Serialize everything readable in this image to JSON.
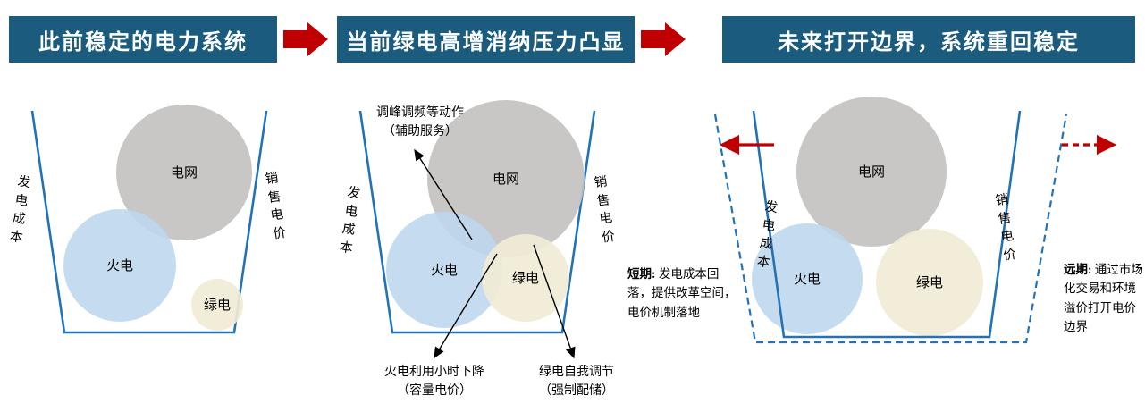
{
  "colors": {
    "header_bg": "#1B5B7E",
    "arrow_red": "#C00000",
    "line_blue": "#2272B5",
    "grid_gray": "#C3C2C0",
    "thermal_blue": "#BDD7EE",
    "green_cream": "#F0EBD5"
  },
  "icons": {
    "flow_arrow": "block-arrow-right",
    "expand_left_arrow": "solid-red-arrow-left",
    "expand_right_arrow": "dashed-red-arrow-right"
  },
  "header": {
    "steps": [
      {
        "label": "此前稳定的电力系统"
      },
      {
        "label": "当前绿电高增消纳压力凸显"
      },
      {
        "label": "未来打开边界，系统重回稳定"
      }
    ]
  },
  "panels": [
    {
      "left_axis": "发电成本",
      "right_axis": "销售电价",
      "circles": {
        "grid": "电网",
        "thermal": "火电",
        "green": "绿电"
      }
    },
    {
      "left_axis": "发电成本",
      "right_axis": "销售电价",
      "circles": {
        "grid": "电网",
        "thermal": "火电",
        "green": "绿电"
      }
    },
    {
      "left_axis": "发电成本",
      "right_axis": "销售电价",
      "circles": {
        "grid": "电网",
        "thermal": "火电",
        "green": "绿电"
      }
    }
  ],
  "annotations": {
    "aux": {
      "line1": "调峰调频等动作",
      "line2": "（辅助服务）"
    },
    "thermal": {
      "line1": "火电利用小时下降",
      "line2": "（容量电价）"
    },
    "green": {
      "line1": "绿电自我调节",
      "line2": "（强制配储）"
    }
  },
  "notes": {
    "short_term": {
      "label": "短期:",
      "text": " 发电成本回落，提供改革空间，电价机制落地"
    },
    "long_term": {
      "label": "远期:",
      "text": " 通过市场化交易和环境溢价打开电价边界"
    }
  }
}
